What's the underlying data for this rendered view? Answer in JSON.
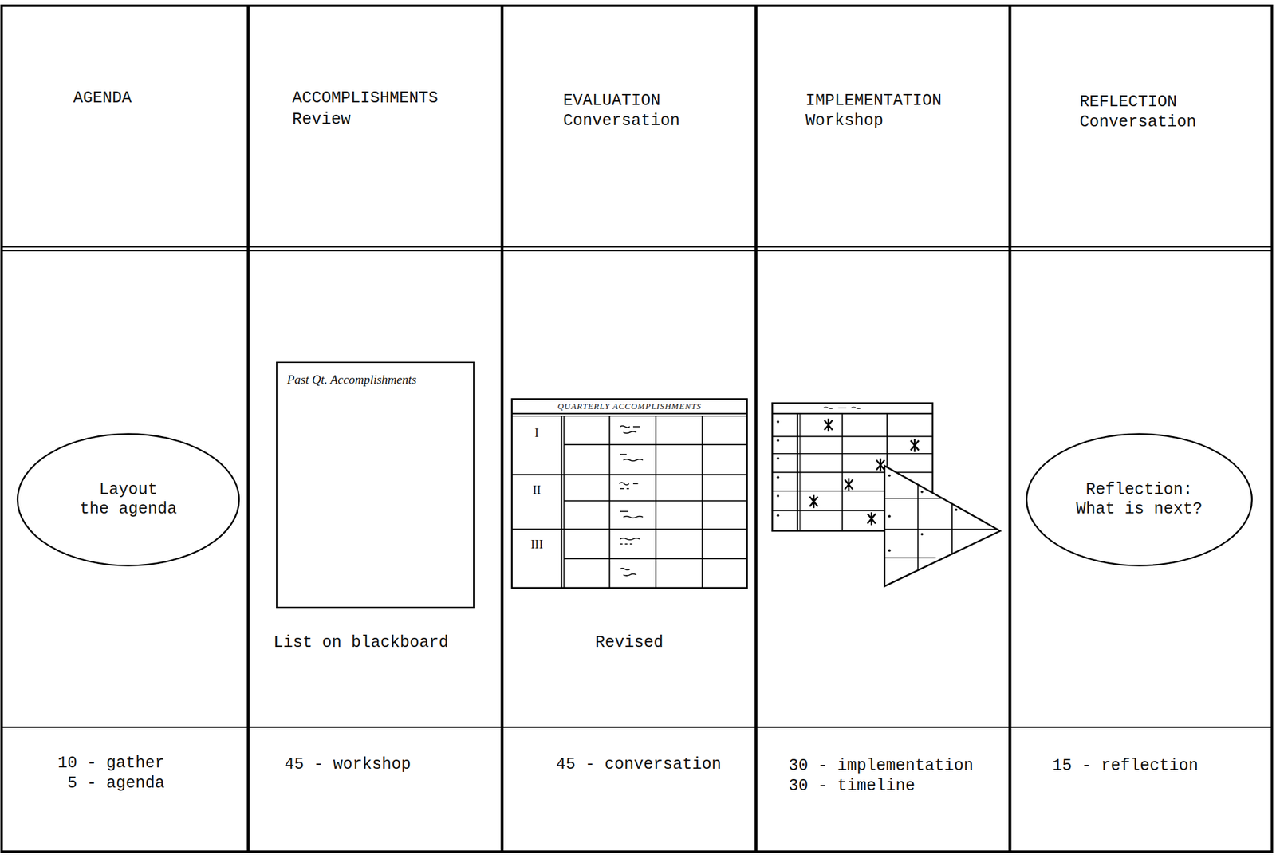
{
  "diagram": {
    "nodes": [
      {
        "text": [
          "AGENDA"
        ]
      },
      {
        "text": [
          "ACCOMPLISHMENTS",
          "Review"
        ]
      },
      {
        "text": [
          "EVALUATION",
          "Conversation"
        ]
      },
      {
        "text": [
          "IMPLEMENTATION",
          "Workshop"
        ]
      },
      {
        "text": [
          "REFLECTION",
          "Conversation"
        ]
      },
      {
        "text": [
          "Layout the agenda"
        ]
      },
      {
        "text": [
          "List on blackboard"
        ]
      },
      {
        "text": [
          "Past Qt. Accomplishments"
        ],
        "in": 6
      },
      {
        "text": [
          "Revised"
        ]
      },
      {
        "text": [
          "QUARTERLY ACCOMPLISHMENTS"
        ],
        "in": 8
      },
      {
        "text": [
          "Reflection: What is next?"
        ]
      },
      {
        "text": [
          "10 - gather",
          "5 - agenda"
        ]
      },
      {
        "text": [
          "45 - workshop"
        ]
      },
      {
        "text": [
          "45 - conversation"
        ]
      },
      {
        "text": [
          "30 - implementation",
          "30 - timeline"
        ]
      },
      {
        "text": [
          "15 - reflection"
        ]
      }
    ],
    "labels": [
      "I",
      "II",
      "III"
    ]
  }
}
